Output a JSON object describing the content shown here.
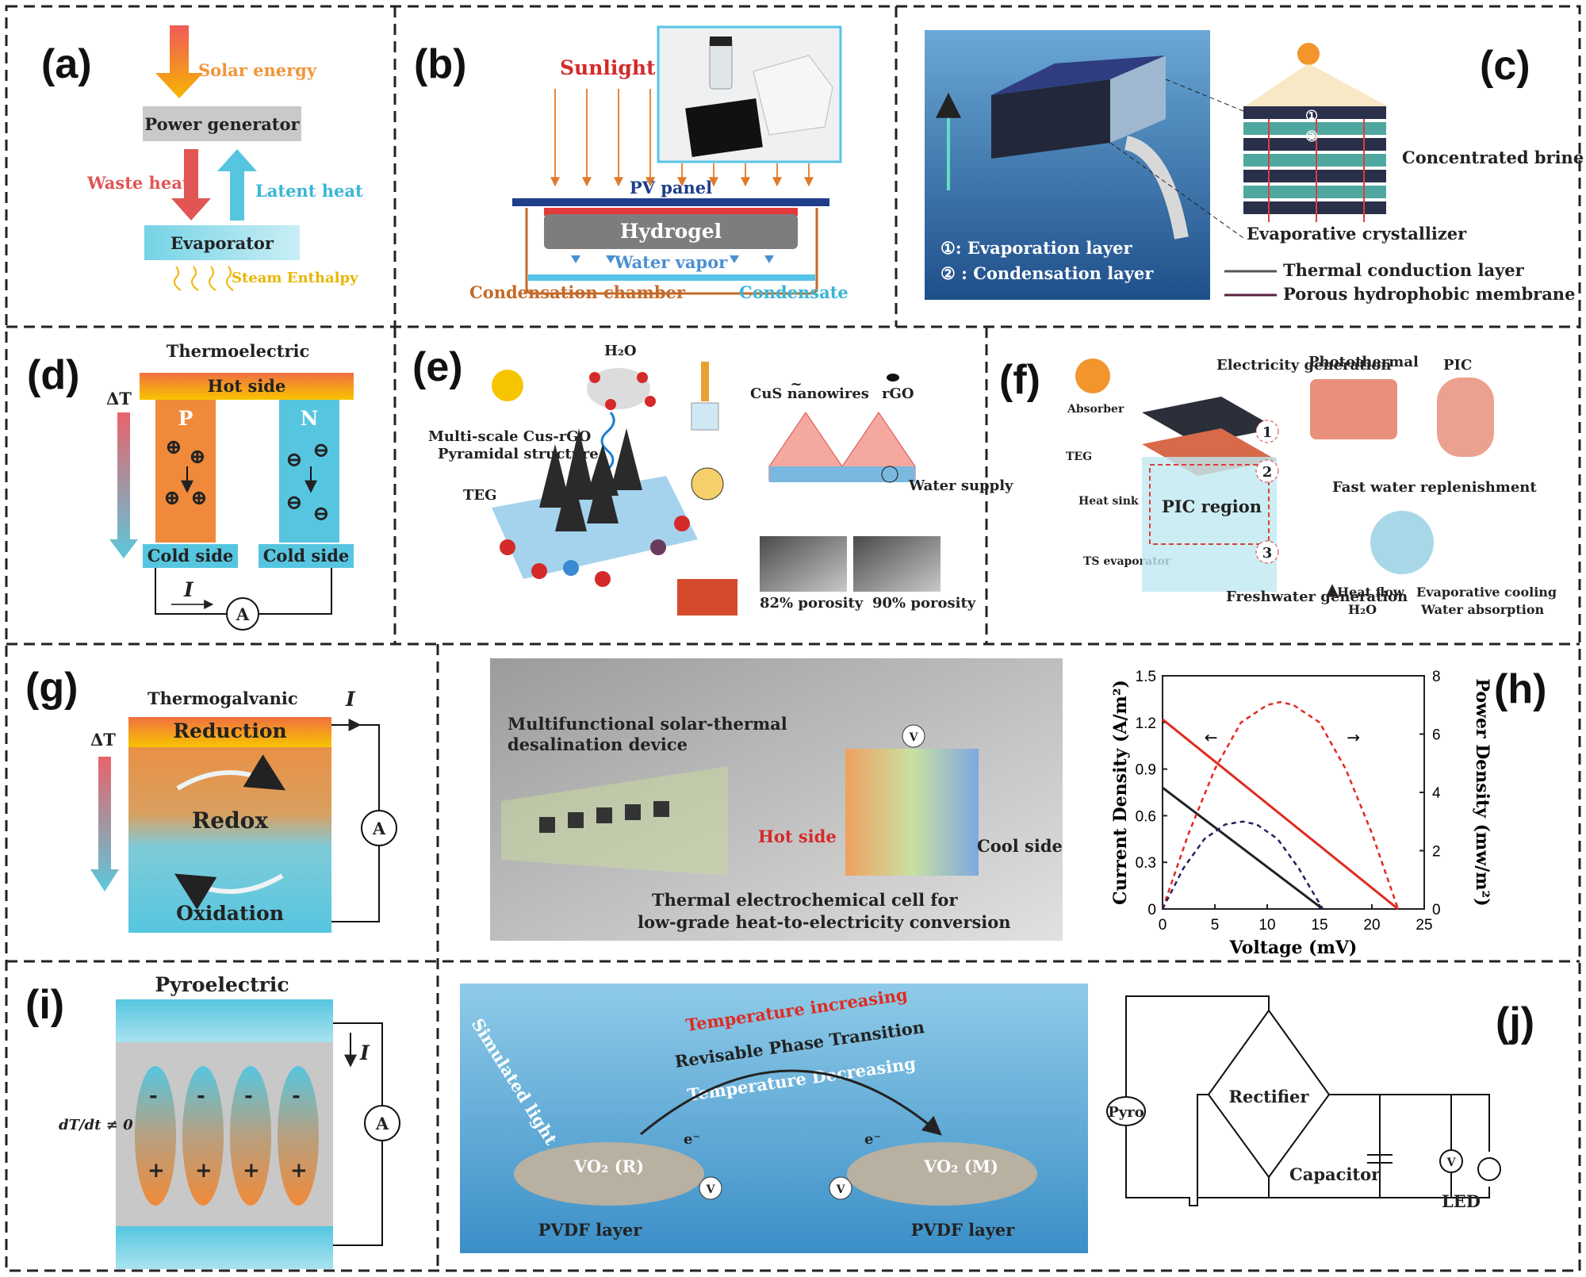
{
  "panels": {
    "a": {
      "tag": "(a)",
      "solar_energy": "Solar energy",
      "power_generator": "Power generator",
      "waste_heat": "Waste heat",
      "latent_heat": "Latent heat",
      "evaporator": "Evaporator",
      "steam_enthalpy": "Steam Enthalpy"
    },
    "b": {
      "tag": "(b)",
      "sunlight": "Sunlight",
      "pv_panel": "PV panel",
      "hydrogel": "Hydrogel",
      "water_vapor": "Water vapor",
      "condensation_chamber": "Condensation chamber",
      "condensate": "Condensate"
    },
    "c": {
      "tag": "(c)",
      "concentrated_brine": "Concentrated brine",
      "evaporative_crystallizer": "Evaporative crystallizer",
      "evaporation_layer": "①: Evaporation layer",
      "condensation_layer": "② : Condensation layer",
      "thermal_conduction_layer": "Thermal conduction layer",
      "porous_membrane": "Porous hydrophobic membrane",
      "marker_1": "①",
      "marker_2": "②"
    },
    "d": {
      "tag": "(d)",
      "title": "Thermoelectric",
      "hot_side": "Hot side",
      "p": "P",
      "n": "N",
      "delta_t": "ΔT",
      "cold_side_left": "Cold side",
      "cold_side_right": "Cold side",
      "current": "I",
      "ammeter": "A",
      "plus": "⊕",
      "minus": "⊖"
    },
    "e": {
      "tag": "(e)",
      "h2o": "H₂O",
      "cus_nanowires": "CuS nanowires",
      "rgo": "rGO",
      "multi_scale": "Multi-scale Cus-rGO",
      "pyramidal": "Pyramidal structure",
      "teg": "TEG",
      "water_supply": "Water supply",
      "porosity_82": "82% porosity",
      "porosity_90": "90% porosity",
      "tilde": "~"
    },
    "f": {
      "tag": "(f)",
      "absorber": "Absorber",
      "electricity_generation": "Electricity generation",
      "teg": "TEG",
      "heat_sink": "Heat sink",
      "pic_region": "PIC region",
      "ts_evaporator": "TS evaporator",
      "freshwater_generation": "Freshwater generation",
      "photothermal": "Photothermal",
      "pic": "PIC",
      "fast_water": "Fast water replenishment",
      "heat_flow": "Heat flow",
      "h2o": "H₂O",
      "evaporative_cooling": "Evaporative cooling",
      "water_absorption": "Water absorption",
      "num_1": "1",
      "num_2": "2",
      "num_3": "3"
    },
    "g": {
      "tag": "(g)",
      "title": "Thermogalvanic",
      "current": "I",
      "reduction": "Reduction",
      "redox": "Redox",
      "oxidation": "Oxidation",
      "delta_t": "ΔT",
      "ammeter": "A"
    },
    "g2": {
      "multifunctional": "Multifunctional solar-thermal",
      "desalination": "desalination device",
      "hot_side": "Hot side",
      "cool_side": "Cool side",
      "cell_line1": "Thermal electrochemical cell for",
      "cell_line2": "low-grade heat-to-electricity conversion",
      "volt": "V"
    },
    "h": {
      "tag": "(h)"
    },
    "i": {
      "tag": "(i)",
      "title": "Pyroelectric",
      "current": "I",
      "ammeter": "A",
      "dtdt": "dT/dt ≠ 0",
      "minus": "-",
      "plus": "+"
    },
    "j": {
      "tag": "(j)",
      "simulated_light": "Simulated light",
      "temp_increasing": "Temperature increasing",
      "phase_transition": "Revisable Phase Transition",
      "temp_decreasing": "Temperature Decreasing",
      "vo2_r": "VO₂ (R)",
      "vo2_m": "VO₂ (M)",
      "electron": "e⁻",
      "pvdf_left": "PVDF layer",
      "pvdf_right": "PVDF layer",
      "pyro": "Pyro",
      "rectifier": "Rectifier",
      "capacitor": "Capacitor",
      "led": "LED",
      "volt": "V"
    }
  },
  "chart_data": {
    "type": "line",
    "xlabel": "Voltage (mV)",
    "ylabel_left": "Current Density (A/m²)",
    "ylabel_right": "Power Density (mw/m²)",
    "xlim": [
      0,
      25
    ],
    "ylim_left": [
      0,
      1.5
    ],
    "ylim_right": [
      0,
      8
    ],
    "x_ticks": [
      0,
      5,
      10,
      15,
      20,
      25
    ],
    "y_ticks_left": [
      0,
      0.3,
      0.6,
      0.9,
      1.2,
      1.5
    ],
    "y_ticks_right": [
      0,
      2,
      4,
      6,
      8
    ],
    "series": [
      {
        "axis": "left",
        "style": "solid",
        "color": "#e02a20",
        "x": [
          0,
          22.5
        ],
        "y": [
          1.22,
          0
        ]
      },
      {
        "axis": "left",
        "style": "solid",
        "color": "#222222",
        "x": [
          0,
          15.3
        ],
        "y": [
          0.78,
          0
        ]
      },
      {
        "axis": "right",
        "style": "dashed",
        "color": "#e02a20",
        "x": [
          0,
          2.5,
          5,
          7.5,
          10,
          11.25,
          12.5,
          15,
          17.5,
          20,
          22.5
        ],
        "y": [
          0,
          2.6,
          4.8,
          6.4,
          7.0,
          7.1,
          7.0,
          6.4,
          4.8,
          2.6,
          0
        ]
      },
      {
        "axis": "right",
        "style": "dashed",
        "color": "#2a2060",
        "x": [
          0,
          2,
          4,
          6,
          7.65,
          9,
          11,
          13,
          15.3
        ],
        "y": [
          0,
          1.4,
          2.4,
          2.9,
          3.0,
          2.9,
          2.4,
          1.4,
          0
        ]
      }
    ],
    "annotations": [
      "←",
      "→"
    ]
  }
}
